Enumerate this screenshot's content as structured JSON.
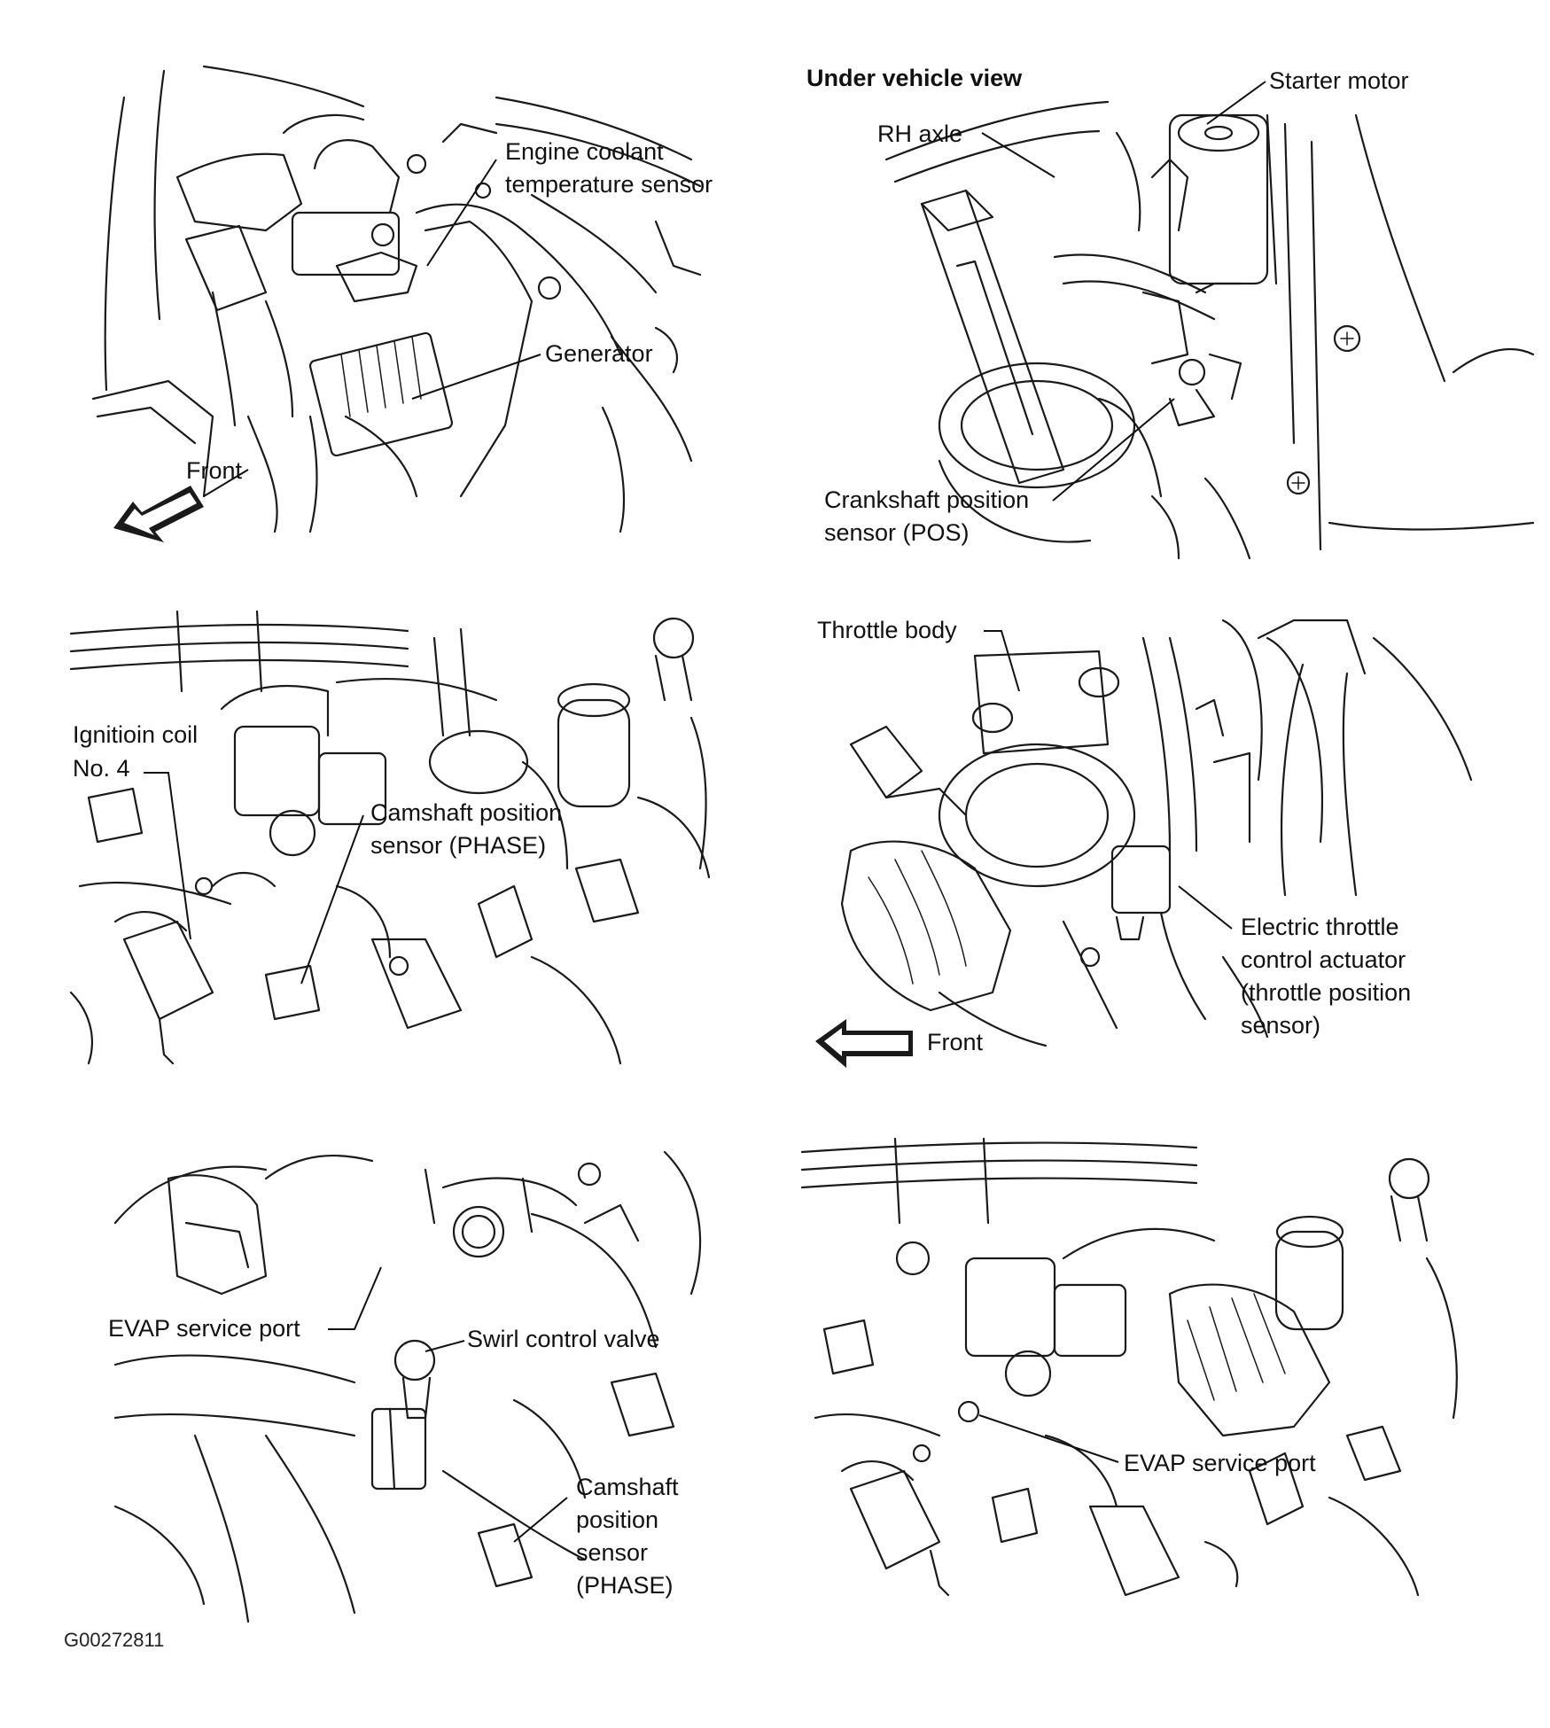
{
  "panels": [
    {
      "id": "top-left",
      "labels": {
        "coolant_sensor_line1": "Engine coolant",
        "coolant_sensor_line2": "temperature sensor",
        "generator": "Generator",
        "front": "Front"
      }
    },
    {
      "id": "top-right",
      "labels": {
        "view_title": "Under vehicle view",
        "starter_motor": "Starter motor",
        "rh_axle": "RH axle",
        "crankshaft_line1": "Crankshaft position",
        "crankshaft_line2": "sensor (POS)"
      }
    },
    {
      "id": "middle-left",
      "labels": {
        "ignition_line1": "Ignitioin coil",
        "ignition_line2": "No. 4",
        "camshaft_line1": "Camshaft position",
        "camshaft_line2": "sensor (PHASE)"
      }
    },
    {
      "id": "middle-right",
      "labels": {
        "throttle_body": "Throttle body",
        "etc_line1": "Electric throttle",
        "etc_line2": "control actuator",
        "etc_line3": "(throttle position",
        "etc_line4": "sensor)",
        "front": "Front"
      }
    },
    {
      "id": "bottom-left",
      "labels": {
        "evap_port": "EVAP service port",
        "swirl_valve": "Swirl control valve",
        "camshaft_line1": "Camshaft",
        "camshaft_line2": "position",
        "camshaft_line3": "sensor",
        "camshaft_line4": "(PHASE)"
      }
    },
    {
      "id": "bottom-right",
      "labels": {
        "evap_port": "EVAP service port"
      }
    }
  ],
  "figure_code": "G00272811"
}
